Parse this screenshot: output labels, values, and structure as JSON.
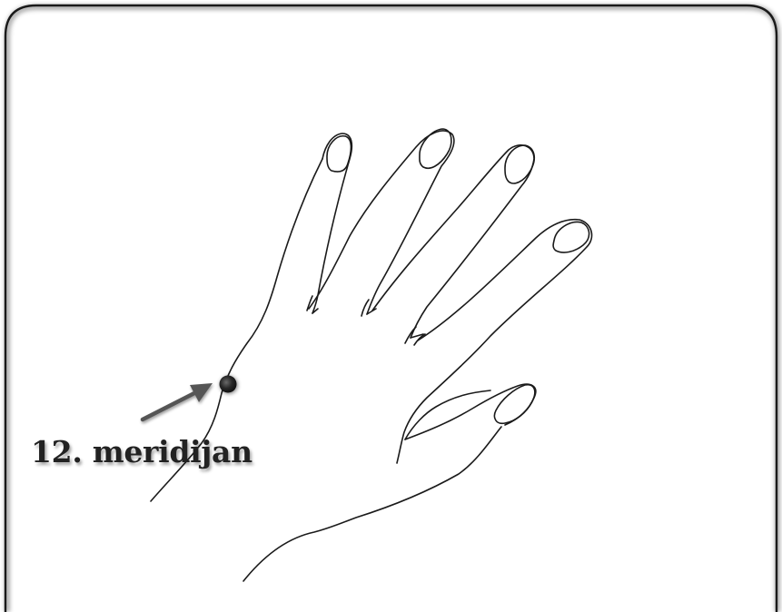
{
  "diagram": {
    "label": "12. meridijan",
    "icons": {
      "marker": "acupoint-dot",
      "pointer": "arrow-pointer"
    },
    "colors": {
      "background": "#ffffff",
      "outline": "#1a1a1a",
      "frame_shadow": "#9a9a9a",
      "marker": "#2a2a2a",
      "arrow": "#555555",
      "text": "#222222"
    }
  }
}
